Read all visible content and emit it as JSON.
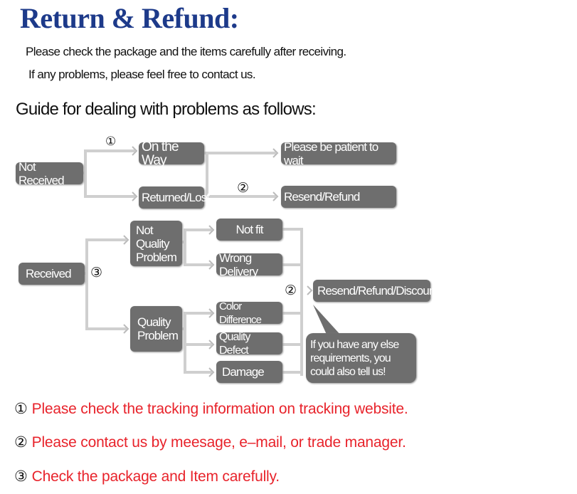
{
  "title": "Return & Refund:",
  "intro": [
    "Please check the package and the items carefully after receiving.",
    "If any problems, please feel free to contact us."
  ],
  "guide_heading": "Guide for dealing with problems as follows:",
  "flow": {
    "not_received": "Not Received",
    "on_the_way": "On the Way",
    "returned_lost": "Returned/Lost",
    "be_patient": "Please be patient to wait",
    "resend_refund": "Resend/Refund",
    "received": "Received",
    "not_quality_problem": "Not Quality Problem",
    "not_fit": "Not fit",
    "wrong_delivery": "Wrong Delivery",
    "quality_problem": "Quality Problem",
    "color_difference": "Color Difference",
    "quality_defect": "Quality Defect",
    "damage": "Damage",
    "resend_refund_discount": "Resend/Refund/Discount",
    "bubble": "If you have any else requirements, you could also tell us!",
    "marker1": "①",
    "marker2": "②",
    "marker3": "③"
  },
  "notes": [
    {
      "num": "①",
      "text": "Please check the tracking information on tracking website."
    },
    {
      "num": "②",
      "text": "Please contact us by meesage, e–mail, or trade manager."
    },
    {
      "num": "③",
      "text": "Check the package and Item carefully."
    }
  ],
  "colors": {
    "title": "#1d3a8a",
    "box": "#6e6e6e",
    "note": "#e8232b"
  }
}
